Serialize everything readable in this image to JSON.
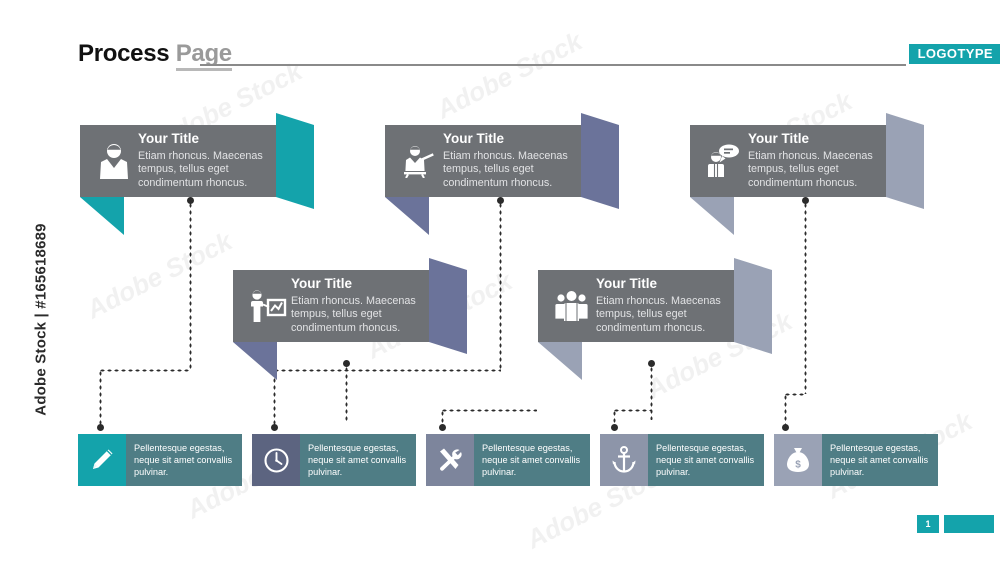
{
  "credit": "Adobe Stock | #165618689",
  "header": {
    "title_bold": "Process",
    "title_light": "Page",
    "logotype": "LOGOTYPE"
  },
  "colors": {
    "teal": "#14a3ab",
    "banner_gray": "#6e7175",
    "fold_slate": "#6b739a",
    "fold_light_slate": "#9aa2b5",
    "card_text_panel": "#4f7d85",
    "card_icon_dark_slate": "#5c6480",
    "card_icon_slate": "#7d859c",
    "card_icon_light": "#9aa2b5"
  },
  "banners": [
    {
      "title": "Your Title",
      "desc": "Etiam rhoncus. Maecenas tempus, tellus eget condimentum rhoncus.",
      "icon": "businessman-icon",
      "accent": "#14a3ab"
    },
    {
      "title": "Your Title",
      "desc": "Etiam rhoncus. Maecenas tempus, tellus eget condimentum rhoncus.",
      "icon": "presenter-icon",
      "accent": "#6b739a"
    },
    {
      "title": "Your Title",
      "desc": "Etiam rhoncus. Maecenas tempus, tellus eget condimentum rhoncus.",
      "icon": "person-speech-bubble-icon",
      "accent": "#9aa2b5"
    },
    {
      "title": "Your Title",
      "desc": "Etiam rhoncus. Maecenas tempus, tellus eget condimentum rhoncus.",
      "icon": "person-chart-icon",
      "accent": "#6b739a"
    },
    {
      "title": "Your Title",
      "desc": "Etiam rhoncus. Maecenas tempus, tellus eget condimentum rhoncus.",
      "icon": "people-group-icon",
      "accent": "#9aa2b5"
    }
  ],
  "cards": [
    {
      "text": "Pellentesque egestas, neque sit amet convallis pulvinar.",
      "icon": "pencil-icon",
      "icon_bg": "#14a3ab"
    },
    {
      "text": "Pellentesque egestas, neque sit amet convallis pulvinar.",
      "icon": "clock-icon",
      "icon_bg": "#5c6480"
    },
    {
      "text": "Pellentesque egestas, neque sit amet convallis pulvinar.",
      "icon": "tools-icon",
      "icon_bg": "#7d859c"
    },
    {
      "text": "Pellentesque egestas, neque sit amet convallis pulvinar.",
      "icon": "anchor-icon",
      "icon_bg": "#8d95a9"
    },
    {
      "text": "Pellentesque egestas, neque sit amet convallis pulvinar.",
      "icon": "money-bag-icon",
      "icon_bg": "#9aa2b5"
    }
  ],
  "footer": {
    "page_number": "1"
  },
  "watermark": {
    "text": "Adobe Stock"
  }
}
